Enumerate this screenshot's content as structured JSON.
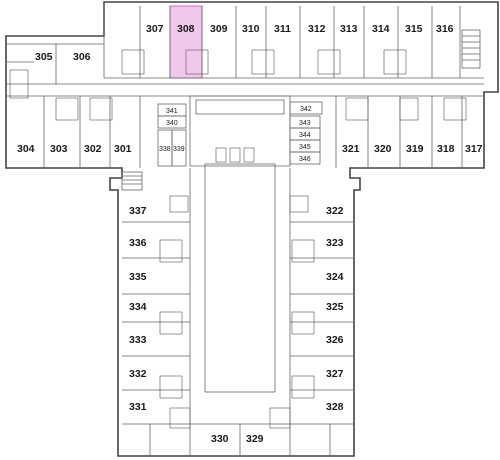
{
  "highlight_color": "#f0c8ec",
  "highlight_stroke": "#d26ac2",
  "highlighted_room": "308",
  "rooms": [
    {
      "id": "room-305",
      "label": "305"
    },
    {
      "id": "room-306",
      "label": "306"
    },
    {
      "id": "room-307",
      "label": "307"
    },
    {
      "id": "room-308",
      "label": "308"
    },
    {
      "id": "room-309",
      "label": "309"
    },
    {
      "id": "room-310",
      "label": "310"
    },
    {
      "id": "room-311",
      "label": "311"
    },
    {
      "id": "room-312",
      "label": "312"
    },
    {
      "id": "room-313",
      "label": "313"
    },
    {
      "id": "room-314",
      "label": "314"
    },
    {
      "id": "room-315",
      "label": "315"
    },
    {
      "id": "room-316",
      "label": "316"
    },
    {
      "id": "room-304",
      "label": "304"
    },
    {
      "id": "room-303",
      "label": "303"
    },
    {
      "id": "room-302",
      "label": "302"
    },
    {
      "id": "room-301",
      "label": "301"
    },
    {
      "id": "room-321",
      "label": "321"
    },
    {
      "id": "room-320",
      "label": "320"
    },
    {
      "id": "room-319",
      "label": "319"
    },
    {
      "id": "room-318",
      "label": "318"
    },
    {
      "id": "room-317",
      "label": "317"
    },
    {
      "id": "room-337",
      "label": "337"
    },
    {
      "id": "room-336",
      "label": "336"
    },
    {
      "id": "room-335",
      "label": "335"
    },
    {
      "id": "room-334",
      "label": "334"
    },
    {
      "id": "room-333",
      "label": "333"
    },
    {
      "id": "room-332",
      "label": "332"
    },
    {
      "id": "room-331",
      "label": "331"
    },
    {
      "id": "room-322",
      "label": "322"
    },
    {
      "id": "room-323",
      "label": "323"
    },
    {
      "id": "room-324",
      "label": "324"
    },
    {
      "id": "room-325",
      "label": "325"
    },
    {
      "id": "room-326",
      "label": "326"
    },
    {
      "id": "room-327",
      "label": "327"
    },
    {
      "id": "room-328",
      "label": "328"
    },
    {
      "id": "room-330",
      "label": "330"
    },
    {
      "id": "room-329",
      "label": "329"
    }
  ],
  "small_rooms": [
    {
      "id": "room-341",
      "label": "341"
    },
    {
      "id": "room-340",
      "label": "340"
    },
    {
      "id": "room-338",
      "label": "338"
    },
    {
      "id": "room-339",
      "label": "339"
    },
    {
      "id": "room-342",
      "label": "342"
    },
    {
      "id": "room-343",
      "label": "343"
    },
    {
      "id": "room-344",
      "label": "344"
    },
    {
      "id": "room-345",
      "label": "345"
    },
    {
      "id": "room-346",
      "label": "346"
    }
  ]
}
